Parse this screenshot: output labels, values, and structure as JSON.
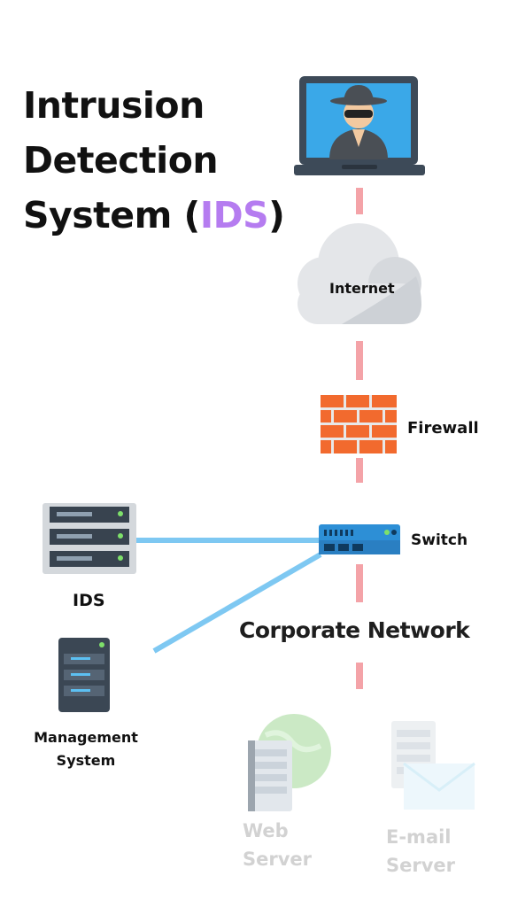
{
  "title": {
    "line1": "Intrusion",
    "line2": "Detection",
    "line3_pre": "System (",
    "line3_accent": "IDS",
    "line3_post": ")",
    "accent_color": "#b57cf0"
  },
  "nodes": {
    "internet": "Internet",
    "firewall": "Firewall",
    "switch": "Switch",
    "ids": "IDS",
    "management_line1": "Management",
    "management_line2": "System",
    "corporate_network": "Corporate Network",
    "web_server_line1": "Web",
    "web_server_line2": "Server",
    "email_server_line1": "E-mail",
    "email_server_line2": "Server"
  },
  "icons": {
    "attacker": "hacker-laptop-icon",
    "internet": "cloud-icon",
    "firewall": "brick-wall-icon",
    "switch": "network-switch-icon",
    "ids": "server-rack-icon",
    "management": "server-tower-icon",
    "web_server": "web-server-icon",
    "email_server": "email-server-icon"
  },
  "colors": {
    "trunk_link": "#f4a3a8",
    "lan_link": "#7ec8f2",
    "firewall": "#f26a2e",
    "switch": "#2d8fd6"
  }
}
